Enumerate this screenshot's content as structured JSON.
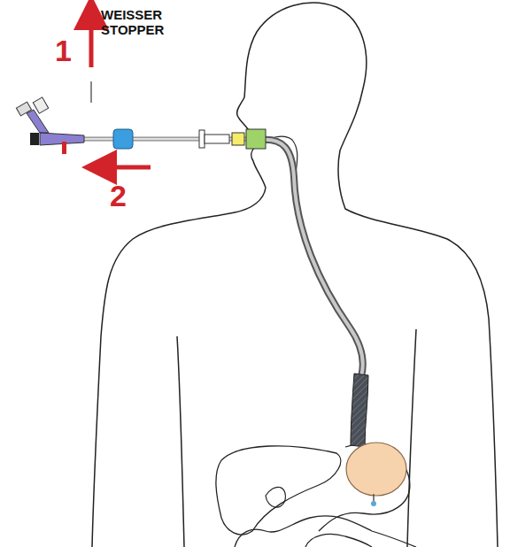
{
  "diagram": {
    "labels": [
      "1",
      "WEISSER STOPPER",
      "2"
    ]
  }
}
